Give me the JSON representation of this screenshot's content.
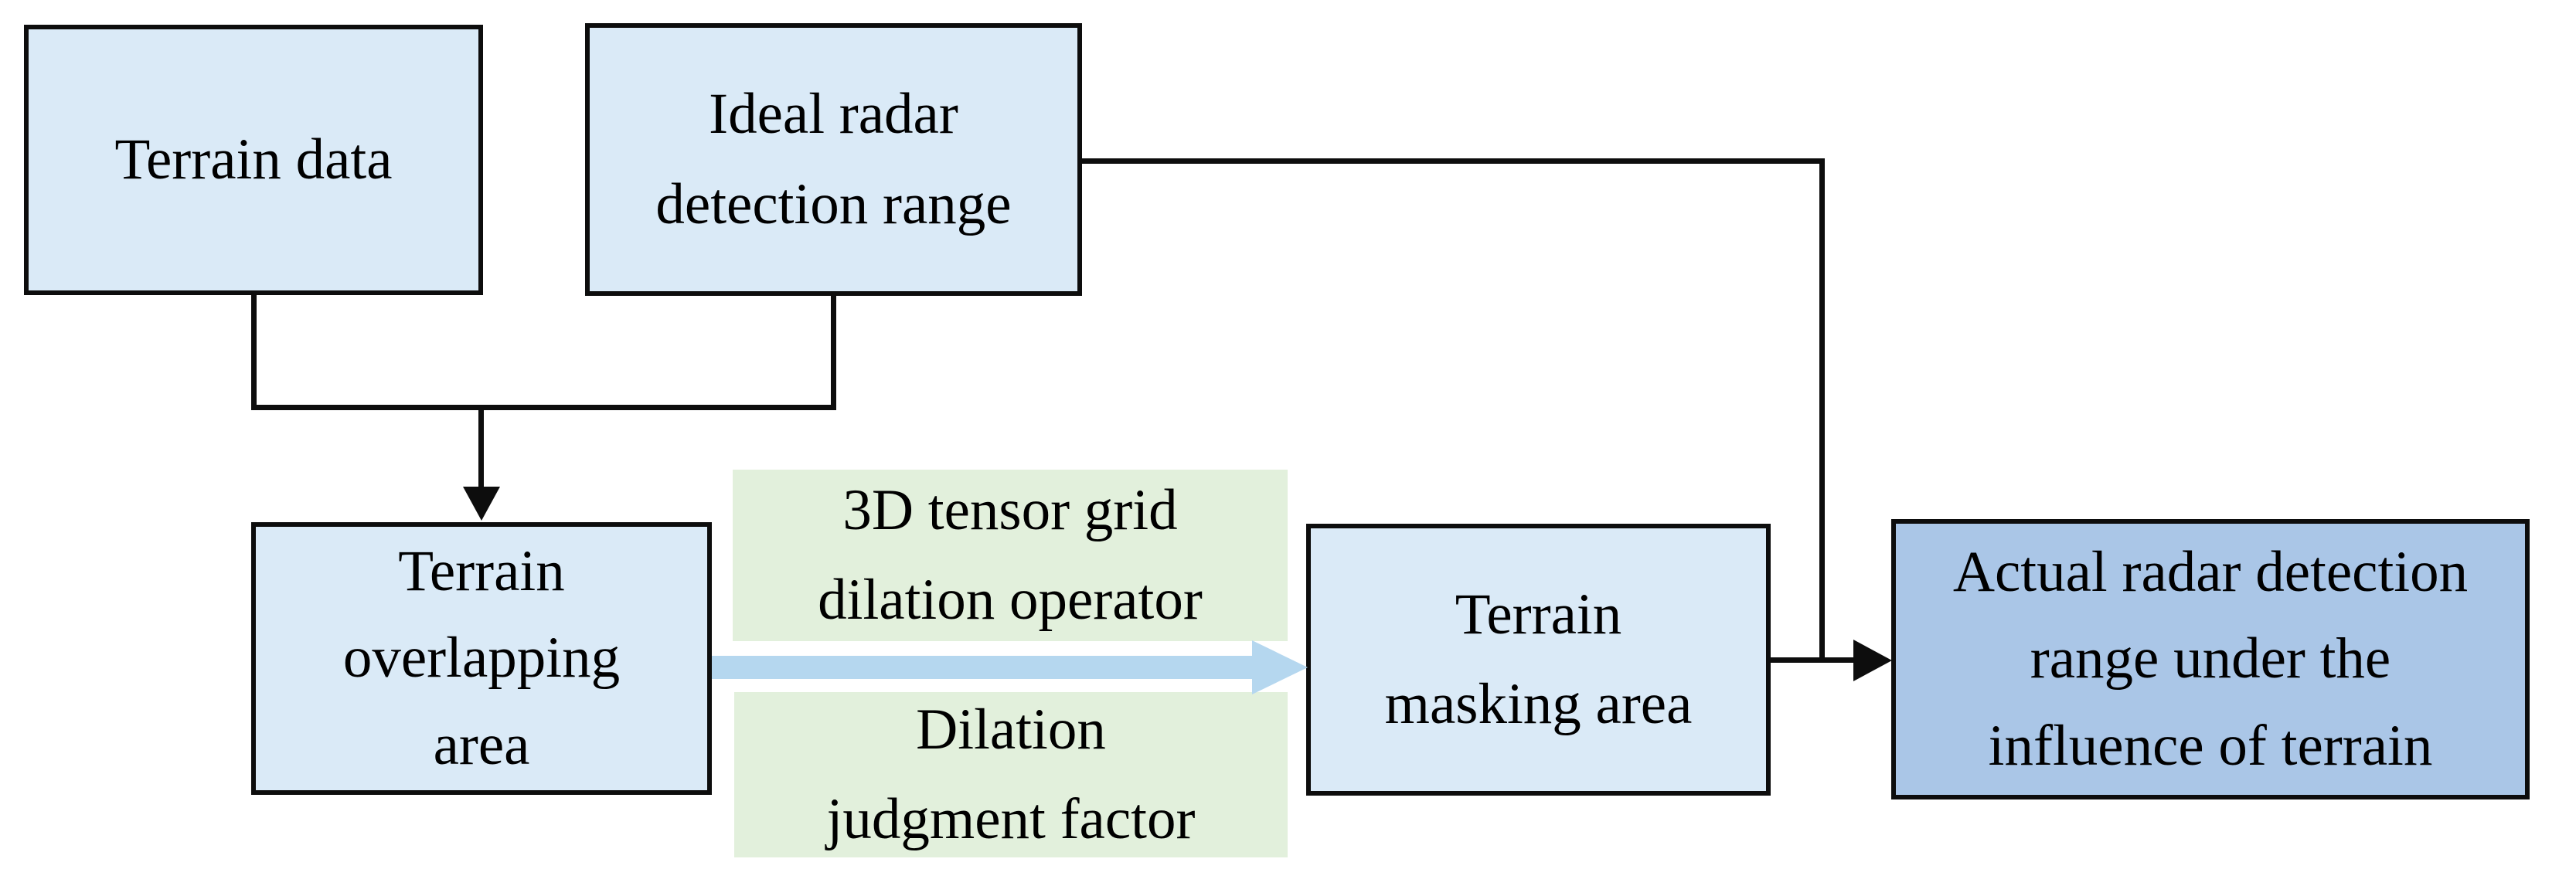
{
  "diagram": {
    "nodes": {
      "terrain_data": {
        "lines": [
          "Terrain data"
        ]
      },
      "ideal_radar": {
        "lines": [
          "Ideal radar",
          "detection range"
        ]
      },
      "terrain_overlapping": {
        "lines": [
          "Terrain",
          "overlapping",
          "area"
        ]
      },
      "tensor_operator": {
        "lines": [
          "3D tensor grid",
          "dilation operator"
        ]
      },
      "dilation_factor": {
        "lines": [
          "Dilation",
          "judgment factor"
        ]
      },
      "terrain_masking": {
        "lines": [
          "Terrain",
          "masking area"
        ]
      },
      "actual_radar": {
        "lines": [
          "Actual radar detection",
          "range under the",
          "influence of terrain"
        ]
      }
    },
    "colors": {
      "box_fill_light_blue": "#daeaf7",
      "box_fill_dark_blue": "#aac6e7",
      "box_fill_green": "#e2f0dc",
      "box_border": "#0d0d0d",
      "connector": "#0d0d0d",
      "block_arrow": "#b5d7ef",
      "text": "#000000",
      "background": "#ffffff"
    }
  }
}
